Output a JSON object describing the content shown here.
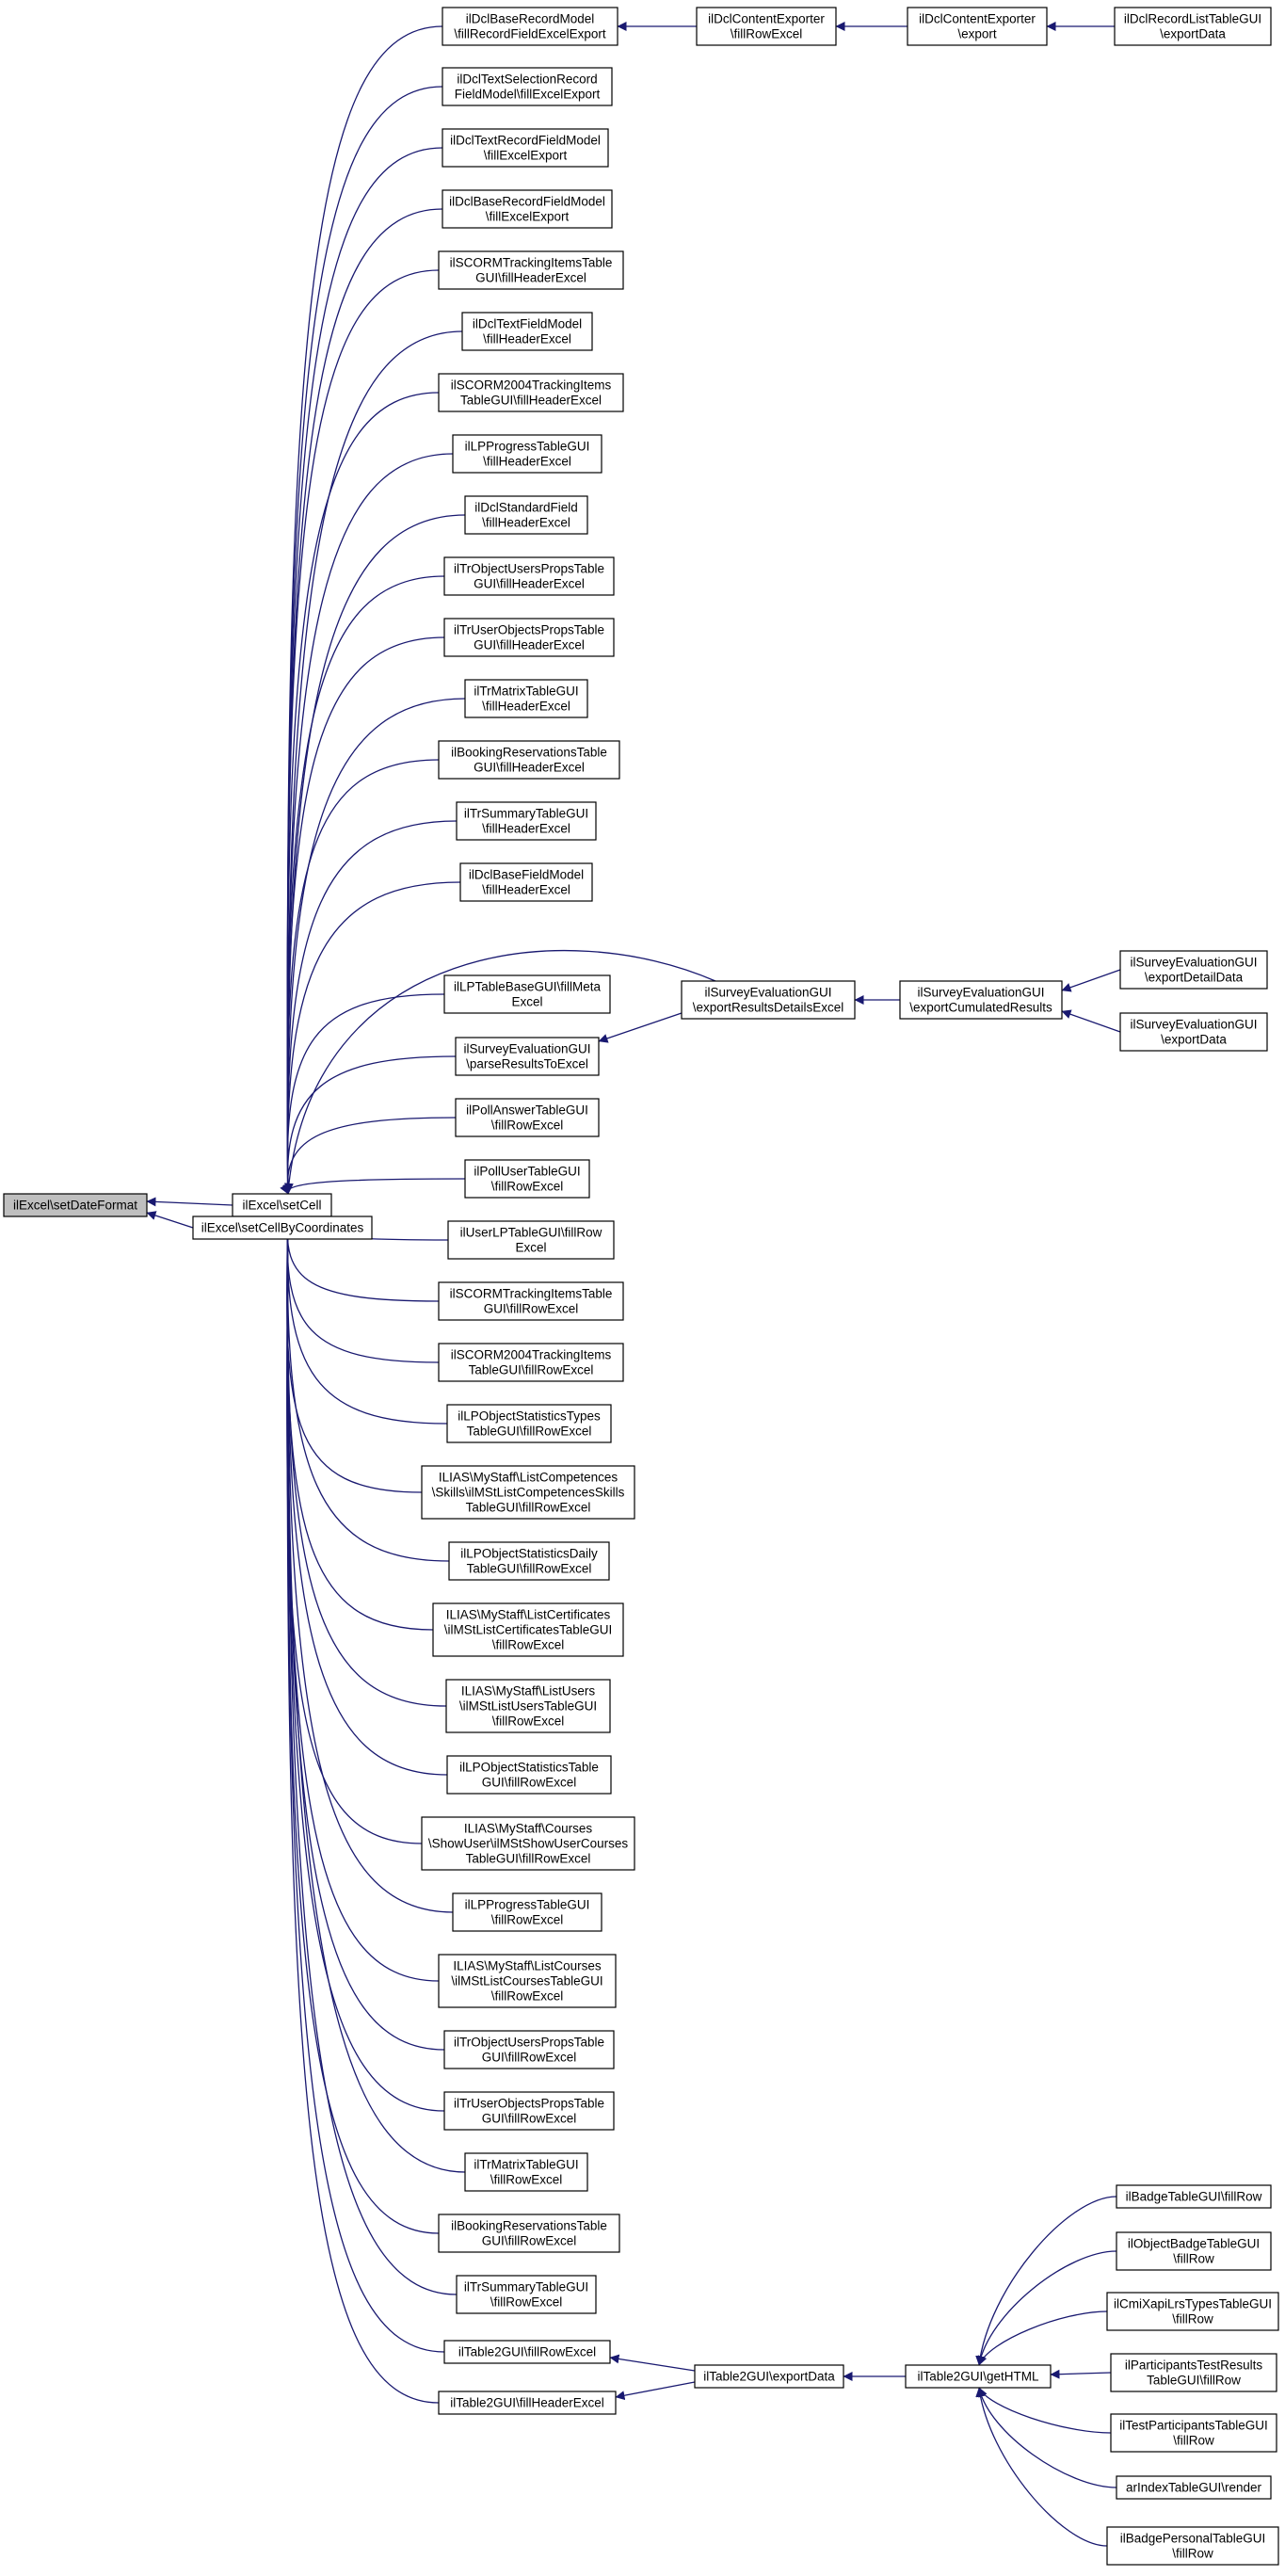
{
  "colors": {
    "edge": "#191970",
    "node_fill": "#ffffff",
    "focus_fill": "#bfbfbf",
    "border": "#000000",
    "text": "#000000"
  },
  "nodes": [
    {
      "id": "setDateFormat",
      "lines": [
        "ilExcel\\setDateFormat"
      ],
      "focus": true
    },
    {
      "id": "setCell",
      "lines": [
        "ilExcel\\setCell"
      ]
    },
    {
      "id": "setCellByCoordinates",
      "lines": [
        "ilExcel\\setCellByCoordinates"
      ]
    },
    {
      "id": "dclBaseRecordModel_fillRecordFieldExcelExport",
      "lines": [
        "ilDclBaseRecordModel",
        "\\fillRecordFieldExcelExport"
      ]
    },
    {
      "id": "dclTextSelectionRecordFieldModel_fillExcelExport",
      "lines": [
        "ilDclTextSelectionRecord",
        "FieldModel\\fillExcelExport"
      ]
    },
    {
      "id": "dclTextRecordFieldModel_fillExcelExport",
      "lines": [
        "ilDclTextRecordFieldModel",
        "\\fillExcelExport"
      ]
    },
    {
      "id": "dclBaseRecordFieldModel_fillExcelExport",
      "lines": [
        "ilDclBaseRecordFieldModel",
        "\\fillExcelExport"
      ]
    },
    {
      "id": "scormTrackingItemsTableGUI_fillHeaderExcel",
      "lines": [
        "ilSCORMTrackingItemsTable",
        "GUI\\fillHeaderExcel"
      ]
    },
    {
      "id": "dclTextFieldModel_fillHeaderExcel",
      "lines": [
        "ilDclTextFieldModel",
        "\\fillHeaderExcel"
      ]
    },
    {
      "id": "scorm2004TrackingItemsTableGUI_fillHeaderExcel",
      "lines": [
        "ilSCORM2004TrackingItems",
        "TableGUI\\fillHeaderExcel"
      ]
    },
    {
      "id": "lpProgressTableGUI_fillHeaderExcel",
      "lines": [
        "ilLPProgressTableGUI",
        "\\fillHeaderExcel"
      ]
    },
    {
      "id": "dclStandardField_fillHeaderExcel",
      "lines": [
        "ilDclStandardField",
        "\\fillHeaderExcel"
      ]
    },
    {
      "id": "trObjectUsersPropsTableGUI_fillHeaderExcel",
      "lines": [
        "ilTrObjectUsersPropsTable",
        "GUI\\fillHeaderExcel"
      ]
    },
    {
      "id": "trUserObjectsPropsTableGUI_fillHeaderExcel",
      "lines": [
        "ilTrUserObjectsPropsTable",
        "GUI\\fillHeaderExcel"
      ]
    },
    {
      "id": "trMatrixTableGUI_fillHeaderExcel",
      "lines": [
        "ilTrMatrixTableGUI",
        "\\fillHeaderExcel"
      ]
    },
    {
      "id": "bookingReservationsTableGUI_fillHeaderExcel",
      "lines": [
        "ilBookingReservationsTable",
        "GUI\\fillHeaderExcel"
      ]
    },
    {
      "id": "trSummaryTableGUI_fillHeaderExcel",
      "lines": [
        "ilTrSummaryTableGUI",
        "\\fillHeaderExcel"
      ]
    },
    {
      "id": "dclBaseFieldModel_fillHeaderExcel",
      "lines": [
        "ilDclBaseFieldModel",
        "\\fillHeaderExcel"
      ]
    },
    {
      "id": "lpTableBaseGUI_fillMetaExcel",
      "lines": [
        "ilLPTableBaseGUI\\fillMeta",
        "Excel"
      ]
    },
    {
      "id": "surveyEvaluationGUI_parseResultsToExcel",
      "lines": [
        "ilSurveyEvaluationGUI",
        "\\parseResultsToExcel"
      ]
    },
    {
      "id": "pollAnswerTableGUI_fillRowExcel",
      "lines": [
        "ilPollAnswerTableGUI",
        "\\fillRowExcel"
      ]
    },
    {
      "id": "pollUserTableGUI_fillRowExcel",
      "lines": [
        "ilPollUserTableGUI",
        "\\fillRowExcel"
      ]
    },
    {
      "id": "userLPTableGUI_fillRowExcel",
      "lines": [
        "ilUserLPTableGUI\\fillRow",
        "Excel"
      ]
    },
    {
      "id": "scormTrackingItemsTableGUI_fillRowExcel",
      "lines": [
        "ilSCORMTrackingItemsTable",
        "GUI\\fillRowExcel"
      ]
    },
    {
      "id": "scorm2004TrackingItemsTableGUI_fillRowExcel",
      "lines": [
        "ilSCORM2004TrackingItems",
        "TableGUI\\fillRowExcel"
      ]
    },
    {
      "id": "lpObjectStatisticsTypesTableGUI_fillRowExcel",
      "lines": [
        "ilLPObjectStatisticsTypes",
        "TableGUI\\fillRowExcel"
      ]
    },
    {
      "id": "mstListCompetencesSkillsTableGUI_fillRowExcel",
      "lines": [
        "ILIAS\\MyStaff\\ListCompetences",
        "\\Skills\\ilMStListCompetencesSkills",
        "TableGUI\\fillRowExcel"
      ]
    },
    {
      "id": "lpObjectStatisticsDailyTableGUI_fillRowExcel",
      "lines": [
        "ilLPObjectStatisticsDaily",
        "TableGUI\\fillRowExcel"
      ]
    },
    {
      "id": "mstListCertificatesTableGUI_fillRowExcel",
      "lines": [
        "ILIAS\\MyStaff\\ListCertificates",
        "\\ilMStListCertificatesTableGUI",
        "\\fillRowExcel"
      ]
    },
    {
      "id": "mstListUsersTableGUI_fillRowExcel",
      "lines": [
        "ILIAS\\MyStaff\\ListUsers",
        "\\ilMStListUsersTableGUI",
        "\\fillRowExcel"
      ]
    },
    {
      "id": "lpObjectStatisticsTableGUI_fillRowExcel",
      "lines": [
        "ilLPObjectStatisticsTable",
        "GUI\\fillRowExcel"
      ]
    },
    {
      "id": "mstShowUserCoursesTableGUI_fillRowExcel",
      "lines": [
        "ILIAS\\MyStaff\\Courses",
        "\\ShowUser\\ilMStShowUserCourses",
        "TableGUI\\fillRowExcel"
      ]
    },
    {
      "id": "lpProgressTableGUI_fillRowExcel",
      "lines": [
        "ilLPProgressTableGUI",
        "\\fillRowExcel"
      ]
    },
    {
      "id": "mstListCoursesTableGUI_fillRowExcel",
      "lines": [
        "ILIAS\\MyStaff\\ListCourses",
        "\\ilMStListCoursesTableGUI",
        "\\fillRowExcel"
      ]
    },
    {
      "id": "trObjectUsersPropsTableGUI_fillRowExcel",
      "lines": [
        "ilTrObjectUsersPropsTable",
        "GUI\\fillRowExcel"
      ]
    },
    {
      "id": "trUserObjectsPropsTableGUI_fillRowExcel",
      "lines": [
        "ilTrUserObjectsPropsTable",
        "GUI\\fillRowExcel"
      ]
    },
    {
      "id": "trMatrixTableGUI_fillRowExcel",
      "lines": [
        "ilTrMatrixTableGUI",
        "\\fillRowExcel"
      ]
    },
    {
      "id": "bookingReservationsTableGUI_fillRowExcel",
      "lines": [
        "ilBookingReservationsTable",
        "GUI\\fillRowExcel"
      ]
    },
    {
      "id": "trSummaryTableGUI_fillRowExcel",
      "lines": [
        "ilTrSummaryTableGUI",
        "\\fillRowExcel"
      ]
    },
    {
      "id": "table2GUI_fillRowExcel",
      "lines": [
        "ilTable2GUI\\fillRowExcel"
      ]
    },
    {
      "id": "table2GUI_fillHeaderExcel",
      "lines": [
        "ilTable2GUI\\fillHeaderExcel"
      ]
    },
    {
      "id": "dclContentExporter_fillRowExcel",
      "lines": [
        "ilDclContentExporter",
        "\\fillRowExcel"
      ]
    },
    {
      "id": "dclContentExporter_export",
      "lines": [
        "ilDclContentExporter",
        "\\export"
      ]
    },
    {
      "id": "dclRecordListTableGUI_exportData",
      "lines": [
        "ilDclRecordListTableGUI",
        "\\exportData"
      ]
    },
    {
      "id": "surveyEvaluationGUI_exportResultsDetailsExcel",
      "lines": [
        "ilSurveyEvaluationGUI",
        "\\exportResultsDetailsExcel"
      ]
    },
    {
      "id": "surveyEvaluationGUI_exportCumulatedResults",
      "lines": [
        "ilSurveyEvaluationGUI",
        "\\exportCumulatedResults"
      ]
    },
    {
      "id": "surveyEvaluationGUI_exportDetailData",
      "lines": [
        "ilSurveyEvaluationGUI",
        "\\exportDetailData"
      ]
    },
    {
      "id": "surveyEvaluationGUI_exportData",
      "lines": [
        "ilSurveyEvaluationGUI",
        "\\exportData"
      ]
    },
    {
      "id": "table2GUI_exportData",
      "lines": [
        "ilTable2GUI\\exportData"
      ]
    },
    {
      "id": "table2GUI_getHTML",
      "lines": [
        "ilTable2GUI\\getHTML"
      ]
    },
    {
      "id": "badgeTableGUI_fillRow",
      "lines": [
        "ilBadgeTableGUI\\fillRow"
      ]
    },
    {
      "id": "objectBadgeTableGUI_fillRow",
      "lines": [
        "ilObjectBadgeTableGUI",
        "\\fillRow"
      ]
    },
    {
      "id": "cmiXapiLrsTypesTableGUI_fillRow",
      "lines": [
        "ilCmiXapiLrsTypesTableGUI",
        "\\fillRow"
      ]
    },
    {
      "id": "participantsTestResultsTableGUI_fillRow",
      "lines": [
        "ilParticipantsTestResults",
        "TableGUI\\fillRow"
      ]
    },
    {
      "id": "testParticipantsTableGUI_fillRow",
      "lines": [
        "ilTestParticipantsTableGUI",
        "\\fillRow"
      ]
    },
    {
      "id": "arIndexTableGUI_render",
      "lines": [
        "arIndexTableGUI\\render"
      ]
    },
    {
      "id": "badgePersonalTableGUI_fillRow",
      "lines": [
        "ilBadgePersonalTableGUI",
        "\\fillRow"
      ]
    }
  ],
  "edges": [
    {
      "from": "setCell",
      "to": "setDateFormat"
    },
    {
      "from": "setCellByCoordinates",
      "to": "setDateFormat"
    },
    {
      "from": "dclBaseRecordModel_fillRecordFieldExcelExport",
      "to": "setCell"
    },
    {
      "from": "dclTextSelectionRecordFieldModel_fillExcelExport",
      "to": "setCell"
    },
    {
      "from": "dclTextRecordFieldModel_fillExcelExport",
      "to": "setCell"
    },
    {
      "from": "dclBaseRecordFieldModel_fillExcelExport",
      "to": "setCell"
    },
    {
      "from": "scormTrackingItemsTableGUI_fillHeaderExcel",
      "to": "setCell"
    },
    {
      "from": "dclTextFieldModel_fillHeaderExcel",
      "to": "setCell"
    },
    {
      "from": "scorm2004TrackingItemsTableGUI_fillHeaderExcel",
      "to": "setCell"
    },
    {
      "from": "lpProgressTableGUI_fillHeaderExcel",
      "to": "setCell"
    },
    {
      "from": "dclStandardField_fillHeaderExcel",
      "to": "setCell"
    },
    {
      "from": "trObjectUsersPropsTableGUI_fillHeaderExcel",
      "to": "setCell"
    },
    {
      "from": "trUserObjectsPropsTableGUI_fillHeaderExcel",
      "to": "setCell"
    },
    {
      "from": "trMatrixTableGUI_fillHeaderExcel",
      "to": "setCell"
    },
    {
      "from": "bookingReservationsTableGUI_fillHeaderExcel",
      "to": "setCell"
    },
    {
      "from": "trSummaryTableGUI_fillHeaderExcel",
      "to": "setCell"
    },
    {
      "from": "dclBaseFieldModel_fillHeaderExcel",
      "to": "setCell"
    },
    {
      "from": "surveyEvaluationGUI_exportResultsDetailsExcel",
      "to": "setCell"
    },
    {
      "from": "lpTableBaseGUI_fillMetaExcel",
      "to": "setCell"
    },
    {
      "from": "surveyEvaluationGUI_parseResultsToExcel",
      "to": "setCell"
    },
    {
      "from": "pollAnswerTableGUI_fillRowExcel",
      "to": "setCell"
    },
    {
      "from": "pollUserTableGUI_fillRowExcel",
      "to": "setCell"
    },
    {
      "from": "userLPTableGUI_fillRowExcel",
      "to": "setCell"
    },
    {
      "from": "scormTrackingItemsTableGUI_fillRowExcel",
      "to": "setCell"
    },
    {
      "from": "scorm2004TrackingItemsTableGUI_fillRowExcel",
      "to": "setCell"
    },
    {
      "from": "lpObjectStatisticsTypesTableGUI_fillRowExcel",
      "to": "setCell"
    },
    {
      "from": "mstListCompetencesSkillsTableGUI_fillRowExcel",
      "to": "setCell"
    },
    {
      "from": "lpObjectStatisticsDailyTableGUI_fillRowExcel",
      "to": "setCell"
    },
    {
      "from": "mstListCertificatesTableGUI_fillRowExcel",
      "to": "setCell"
    },
    {
      "from": "mstListUsersTableGUI_fillRowExcel",
      "to": "setCell"
    },
    {
      "from": "lpObjectStatisticsTableGUI_fillRowExcel",
      "to": "setCell"
    },
    {
      "from": "mstShowUserCoursesTableGUI_fillRowExcel",
      "to": "setCell"
    },
    {
      "from": "lpProgressTableGUI_fillRowExcel",
      "to": "setCell"
    },
    {
      "from": "mstListCoursesTableGUI_fillRowExcel",
      "to": "setCell"
    },
    {
      "from": "trObjectUsersPropsTableGUI_fillRowExcel",
      "to": "setCell"
    },
    {
      "from": "trUserObjectsPropsTableGUI_fillRowExcel",
      "to": "setCell"
    },
    {
      "from": "trMatrixTableGUI_fillRowExcel",
      "to": "setCell"
    },
    {
      "from": "bookingReservationsTableGUI_fillRowExcel",
      "to": "setCell"
    },
    {
      "from": "trSummaryTableGUI_fillRowExcel",
      "to": "setCell"
    },
    {
      "from": "table2GUI_fillRowExcel",
      "to": "setCell"
    },
    {
      "from": "table2GUI_fillHeaderExcel",
      "to": "setCell"
    },
    {
      "from": "dclContentExporter_fillRowExcel",
      "to": "dclBaseRecordModel_fillRecordFieldExcelExport"
    },
    {
      "from": "dclContentExporter_export",
      "to": "dclContentExporter_fillRowExcel"
    },
    {
      "from": "dclRecordListTableGUI_exportData",
      "to": "dclContentExporter_export"
    },
    {
      "from": "surveyEvaluationGUI_exportResultsDetailsExcel",
      "to": "surveyEvaluationGUI_parseResultsToExcel"
    },
    {
      "from": "surveyEvaluationGUI_exportCumulatedResults",
      "to": "surveyEvaluationGUI_exportResultsDetailsExcel"
    },
    {
      "from": "surveyEvaluationGUI_exportDetailData",
      "to": "surveyEvaluationGUI_exportCumulatedResults"
    },
    {
      "from": "surveyEvaluationGUI_exportData",
      "to": "surveyEvaluationGUI_exportCumulatedResults"
    },
    {
      "from": "table2GUI_exportData",
      "to": "table2GUI_fillRowExcel"
    },
    {
      "from": "table2GUI_exportData",
      "to": "table2GUI_fillHeaderExcel"
    },
    {
      "from": "table2GUI_getHTML",
      "to": "table2GUI_exportData"
    },
    {
      "from": "badgeTableGUI_fillRow",
      "to": "table2GUI_getHTML"
    },
    {
      "from": "objectBadgeTableGUI_fillRow",
      "to": "table2GUI_getHTML"
    },
    {
      "from": "cmiXapiLrsTypesTableGUI_fillRow",
      "to": "table2GUI_getHTML"
    },
    {
      "from": "participantsTestResultsTableGUI_fillRow",
      "to": "table2GUI_getHTML"
    },
    {
      "from": "testParticipantsTableGUI_fillRow",
      "to": "table2GUI_getHTML"
    },
    {
      "from": "arIndexTableGUI_render",
      "to": "table2GUI_getHTML"
    },
    {
      "from": "badgePersonalTableGUI_fillRow",
      "to": "table2GUI_getHTML"
    }
  ]
}
